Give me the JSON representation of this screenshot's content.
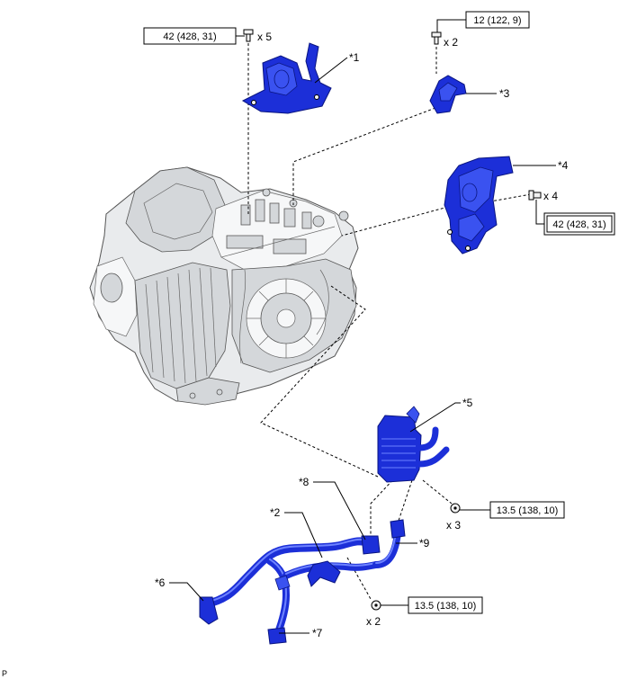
{
  "callouts": {
    "c1": "*1",
    "c2": "*2",
    "c3": "*3",
    "c4": "*4",
    "c5": "*5",
    "c6": "*6",
    "c7": "*7",
    "c8": "*8",
    "c9": "*9"
  },
  "torque": {
    "t1": "42 (428, 31)",
    "t2": "12 (122, 9)",
    "t3": "42 (428, 31)",
    "t4": "13.5 (138, 10)",
    "t5": "13.5 (138, 10)"
  },
  "quantity": {
    "q1": "x 5",
    "q2": "x 2",
    "q3": "x 4",
    "q4": "x 3",
    "q5": "x 2"
  },
  "footer": {
    "code": "P"
  },
  "colors": {
    "part_blue": "#1c2fd8",
    "transaxle_gray": "#e9ebed"
  }
}
